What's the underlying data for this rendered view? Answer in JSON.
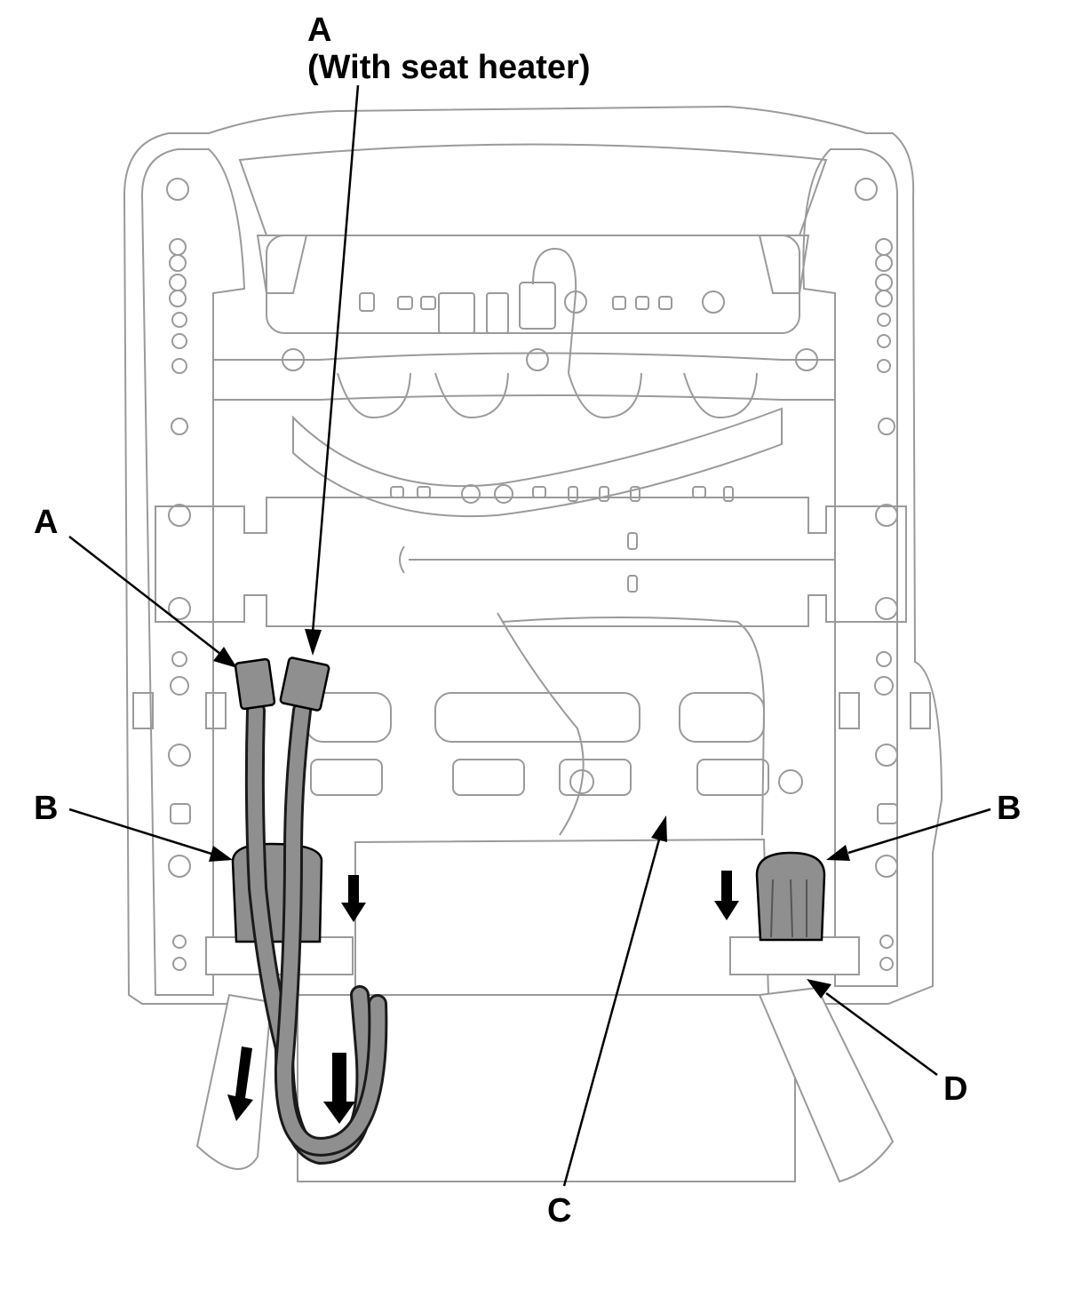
{
  "callouts": {
    "a_top": "A",
    "a_top_note": "(With seat heater)",
    "a_left": "A",
    "b_left": "B",
    "b_right": "B",
    "c": "C",
    "d": "D"
  },
  "colors": {
    "frame_line": "#9a9a9a",
    "harness_fill": "#8f8f8f",
    "outline": "#000000"
  }
}
